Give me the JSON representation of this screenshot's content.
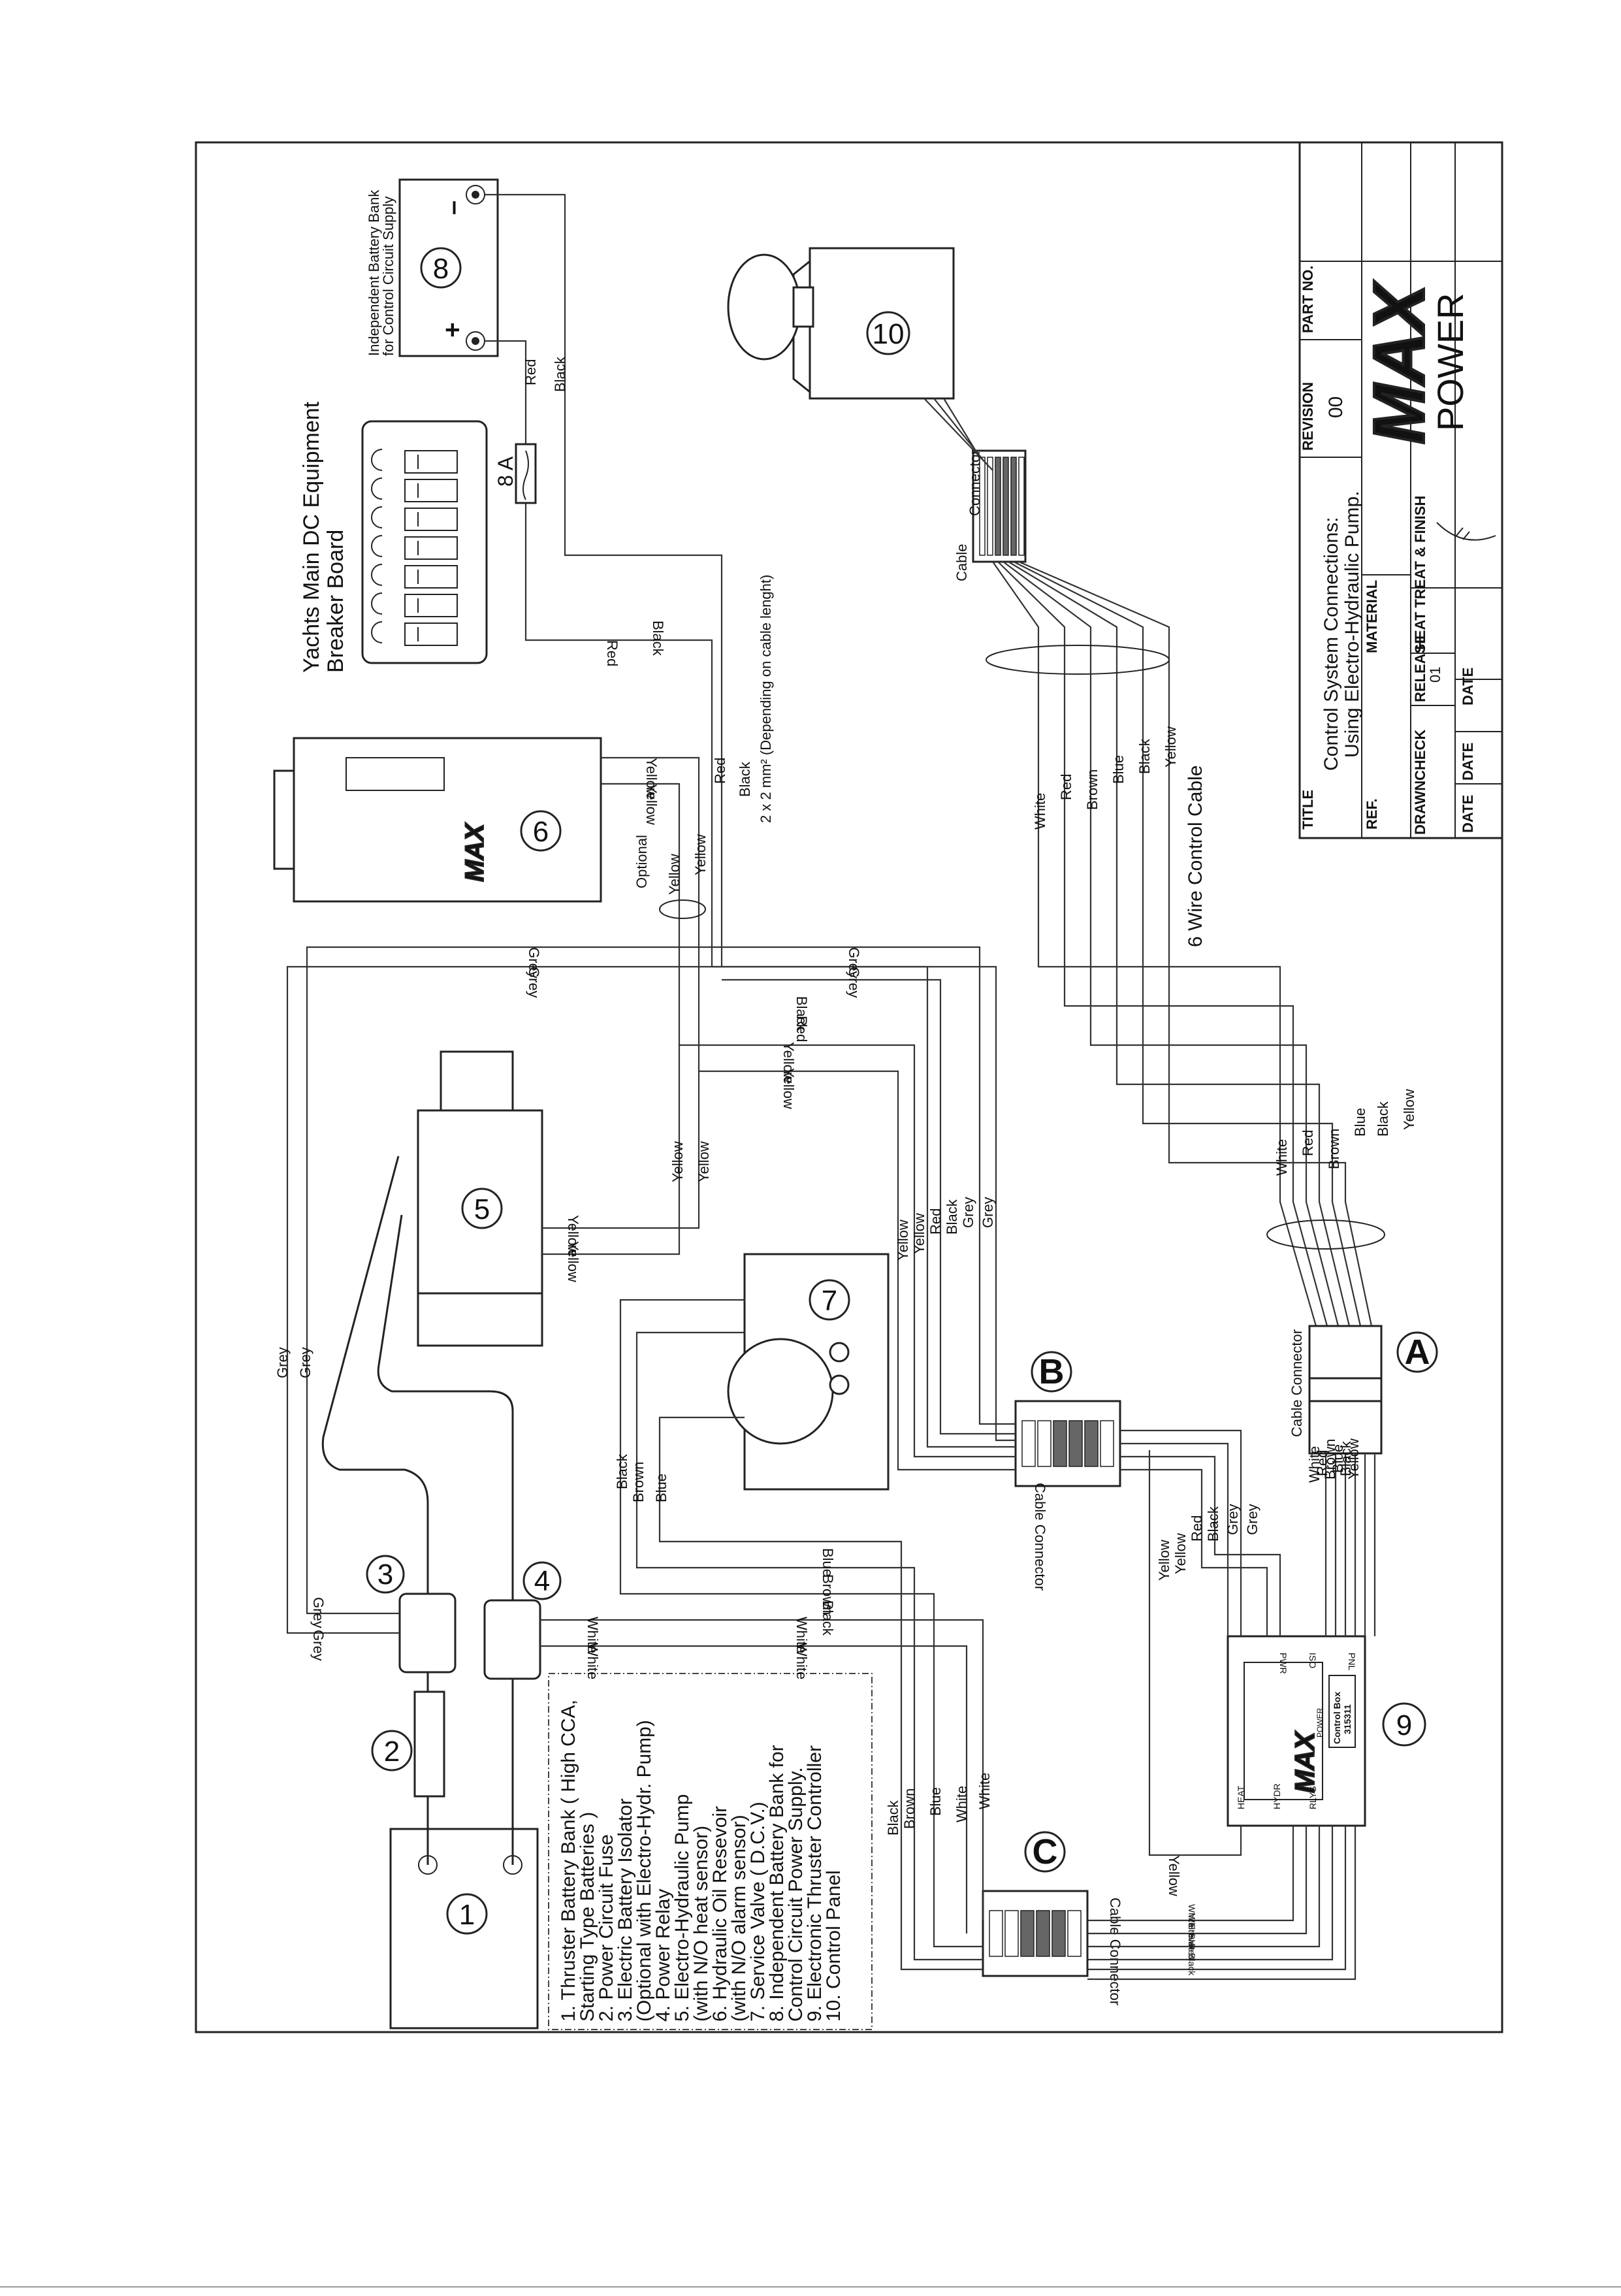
{
  "legend": [
    "1.   Thruster Battery Bank ( High CCA,",
    "       Starting Type Batteries )",
    "2.   Power Circuit Fuse",
    "3.   Electric Battery Isolator",
    "       (Optional with Electro-Hydr. Pump)",
    "4.   Power Relay",
    "5.   Electro-Hydraulic Pump",
    "       (with N/O heat sensor)",
    "6.   Hydraulic Oil Resevoir",
    "       (with N/O alarm sensor)",
    "7.   Service Valve ( D.C.V.)",
    "8.   Independent Battery Bank for",
    "       Control Circuit Power Supply.",
    "9.   Electronic Thruster Controller",
    "10. Control Panel"
  ],
  "components": {
    "c1": "1",
    "c2": "2",
    "c3": "3",
    "c4": "4",
    "c5": "5",
    "c6": "6",
    "c7": "7",
    "c8": "8",
    "c9": "9",
    "c10": "10",
    "A": "A",
    "B": "B",
    "C": "C"
  },
  "labels": {
    "battery8_caption_1": "Independent Battery Bank",
    "battery8_caption_2": "for Control Circuit Supply",
    "plus": "+",
    "minus": "–",
    "fuse_8a": "8 A",
    "breaker_1": "Yachts Main DC Equipment",
    "breaker_2": "Breaker Board",
    "cable_spec": "2 x 2 mm² (Depending on cable lenght)",
    "six_wire": "6 Wire Control Cable",
    "optional": "Optional",
    "cable_connector": "Cable Connector",
    "cable": "Cable",
    "connector": "Connector",
    "control_box_title": "Control Box",
    "control_box_no": "315311",
    "power": "POWER",
    "heat": "HEAT",
    "hydr": "HYDR",
    "rlys": "RLYS",
    "pwr": "PWR",
    "iso": "ISO",
    "pnl": "PNL"
  },
  "wires": {
    "red": "Red",
    "black": "Black",
    "yellow": "Yellow",
    "grey": "Grey",
    "white": "White",
    "brown": "Brown",
    "blue": "Blue"
  },
  "title_block": {
    "title_label": "TITLE",
    "title_1": "Control System Connections:",
    "title_2": "Using Electro-Hydraulic Pump.",
    "ref": "REF.",
    "material": "MATERIAL",
    "drawn": "DRAWN",
    "check": "CHECK",
    "release": "RELEASE",
    "release_value": "01",
    "heat_treat": "HEAT TREAT & FINISH",
    "date": "DATE",
    "revision": "REVISION",
    "revision_value": "00",
    "part_no": "PART NO.",
    "logo_text": "MAX",
    "logo_sub": "POWER"
  }
}
